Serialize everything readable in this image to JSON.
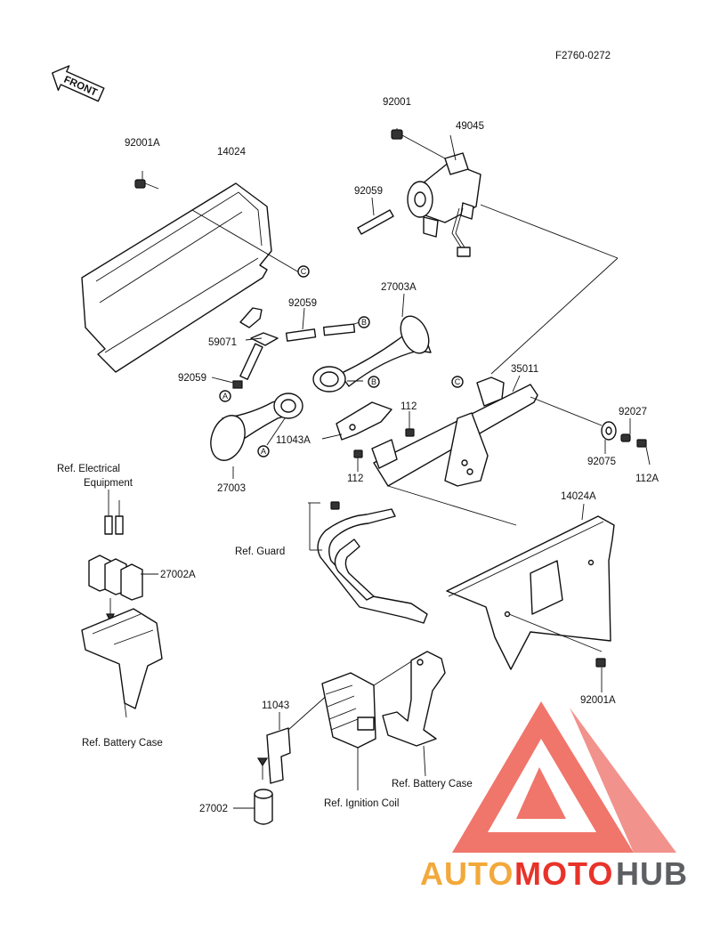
{
  "figure_code": "F2760-0272",
  "front_arrow": "FRONT",
  "parts": {
    "bolt_top_left": "92001A",
    "cover_upper": "14024",
    "bolt_top_right": "92001",
    "relay": "49045",
    "hose_short": "92059",
    "hose_mid": "92059",
    "horn_high": "27003A",
    "joint": "59071",
    "hose_lower": "92059",
    "bracket_main": "35011",
    "bolt_small": "112",
    "bracket_horn": "11043A",
    "bolt_small_b": "112",
    "horn_low": "27003",
    "collar": "92027",
    "grommet": "92075",
    "bolt_112a": "112A",
    "cover_lower": "14024A",
    "fuse_holder": "27002A",
    "bolt_bottom": "92001A",
    "bracket_fuse": "11043",
    "fuse": "27002"
  },
  "refs": {
    "electrical_1": "Ref. Electrical",
    "electrical_2": "Equipment",
    "guard": "Ref. Guard",
    "battery_case_left": "Ref. Battery Case",
    "battery_case_right": "Ref. Battery Case",
    "ignition_coil": "Ref. Ignition Coil"
  },
  "callouts": {
    "a": "A",
    "b": "B",
    "c": "C"
  },
  "watermark": {
    "auto": "AUTO",
    "moto": "MOTO",
    "hub": "HUB"
  },
  "colors": {
    "line": "#111111",
    "watermark_red": "#e8332a",
    "watermark_orange": "#f2a93b",
    "watermark_grey": "#5d5f62",
    "triangle_fill": "#ee5d52"
  }
}
